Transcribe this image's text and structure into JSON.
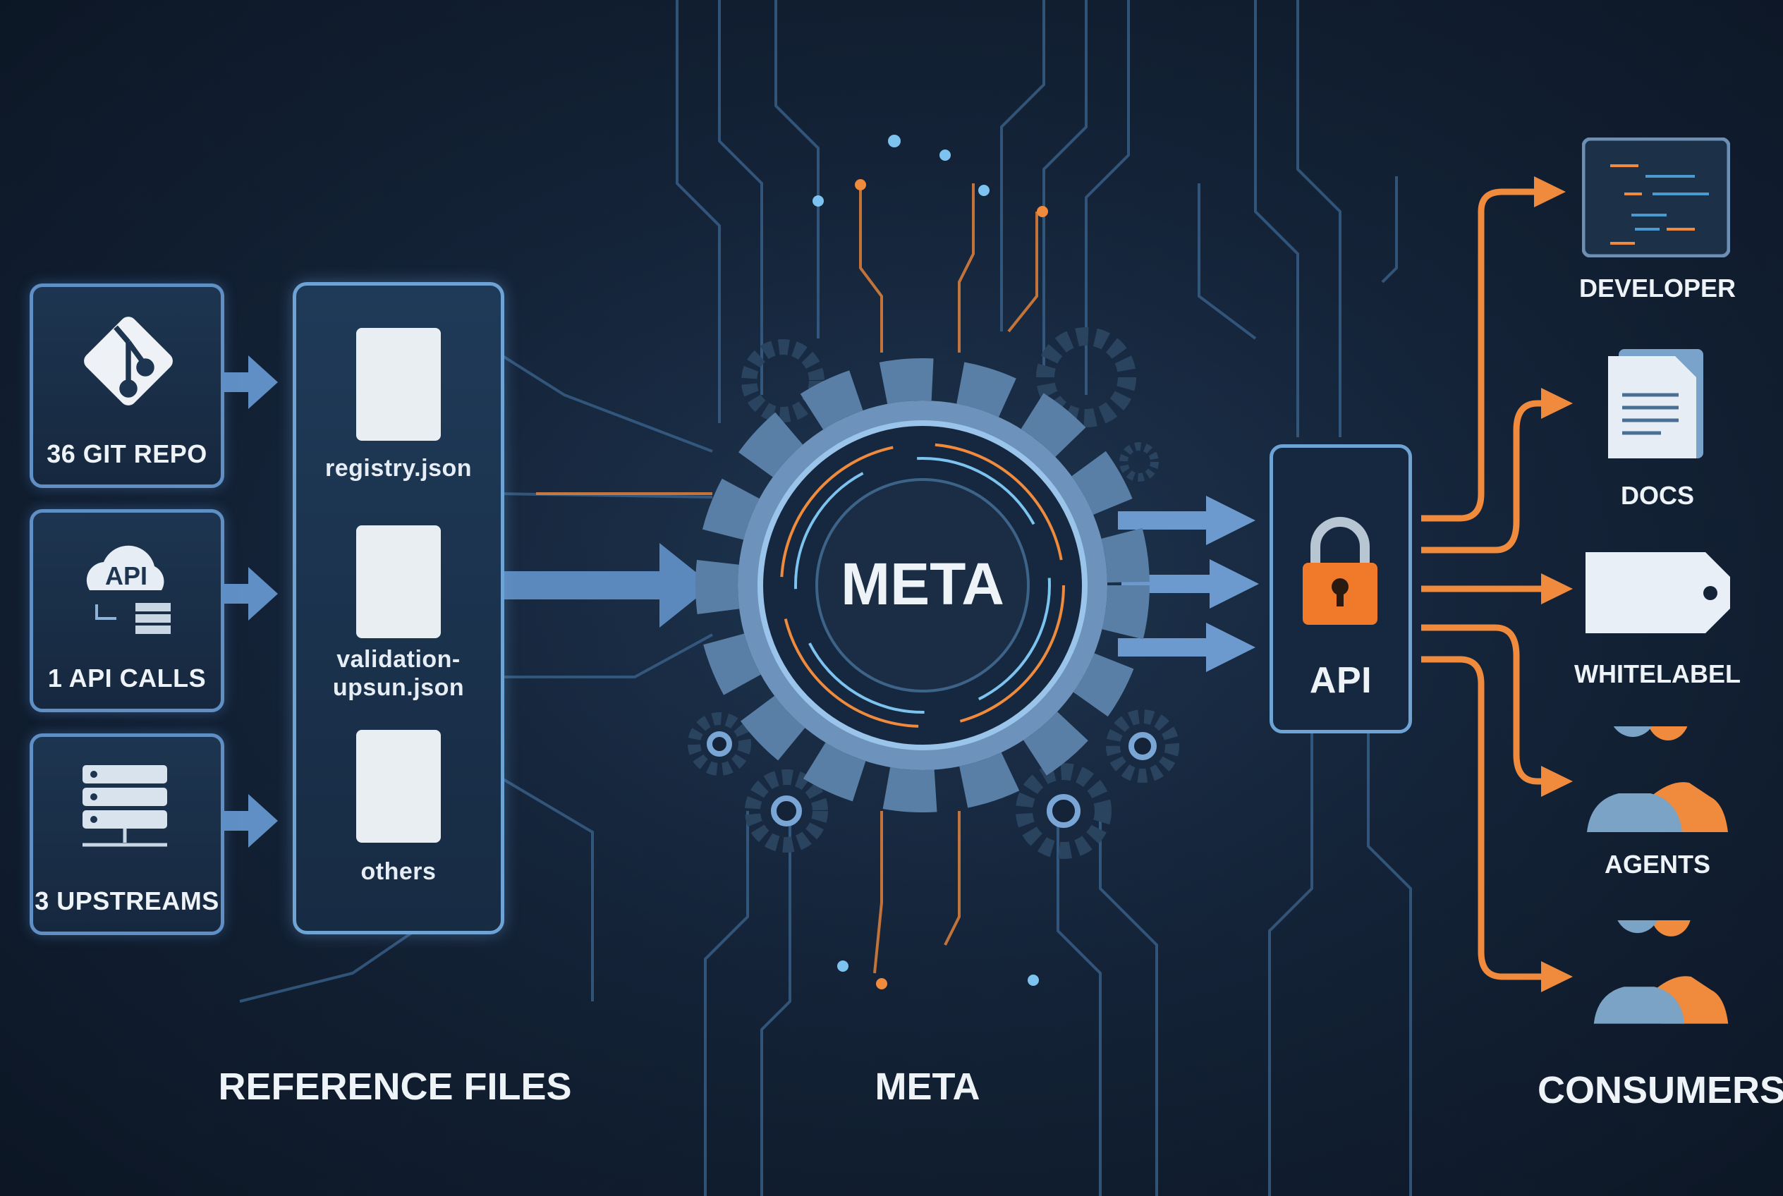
{
  "sources": [
    {
      "label": "36 GIT REPO",
      "icon": "git-icon"
    },
    {
      "label": "1 API CALLS",
      "icon": "api-cloud-icon",
      "icon_text": "API"
    },
    {
      "label": "3 UPSTREAMS",
      "icon": "server-icon"
    }
  ],
  "reference_files": {
    "files": [
      "registry.json",
      "validation-\nupsun.json",
      "others"
    ],
    "section_label": "REFERENCE FILES"
  },
  "meta": {
    "core_label": "META",
    "section_label": "META"
  },
  "api": {
    "label": "API",
    "icon": "lock-icon"
  },
  "consumers": {
    "items": [
      {
        "label": "DEVELOPER",
        "icon": "code-window-icon"
      },
      {
        "label": "DOCS",
        "icon": "document-icon"
      },
      {
        "label": "WHITELABEL",
        "icon": "tag-icon"
      },
      {
        "label": "AGENTS",
        "icon": "users-icon"
      },
      {
        "label": "",
        "icon": "users-icon"
      }
    ],
    "section_label": "CONSUMERS"
  },
  "colors": {
    "accent_blue": "#5f8fc4",
    "accent_orange": "#f08a3c",
    "background": "#142338"
  }
}
